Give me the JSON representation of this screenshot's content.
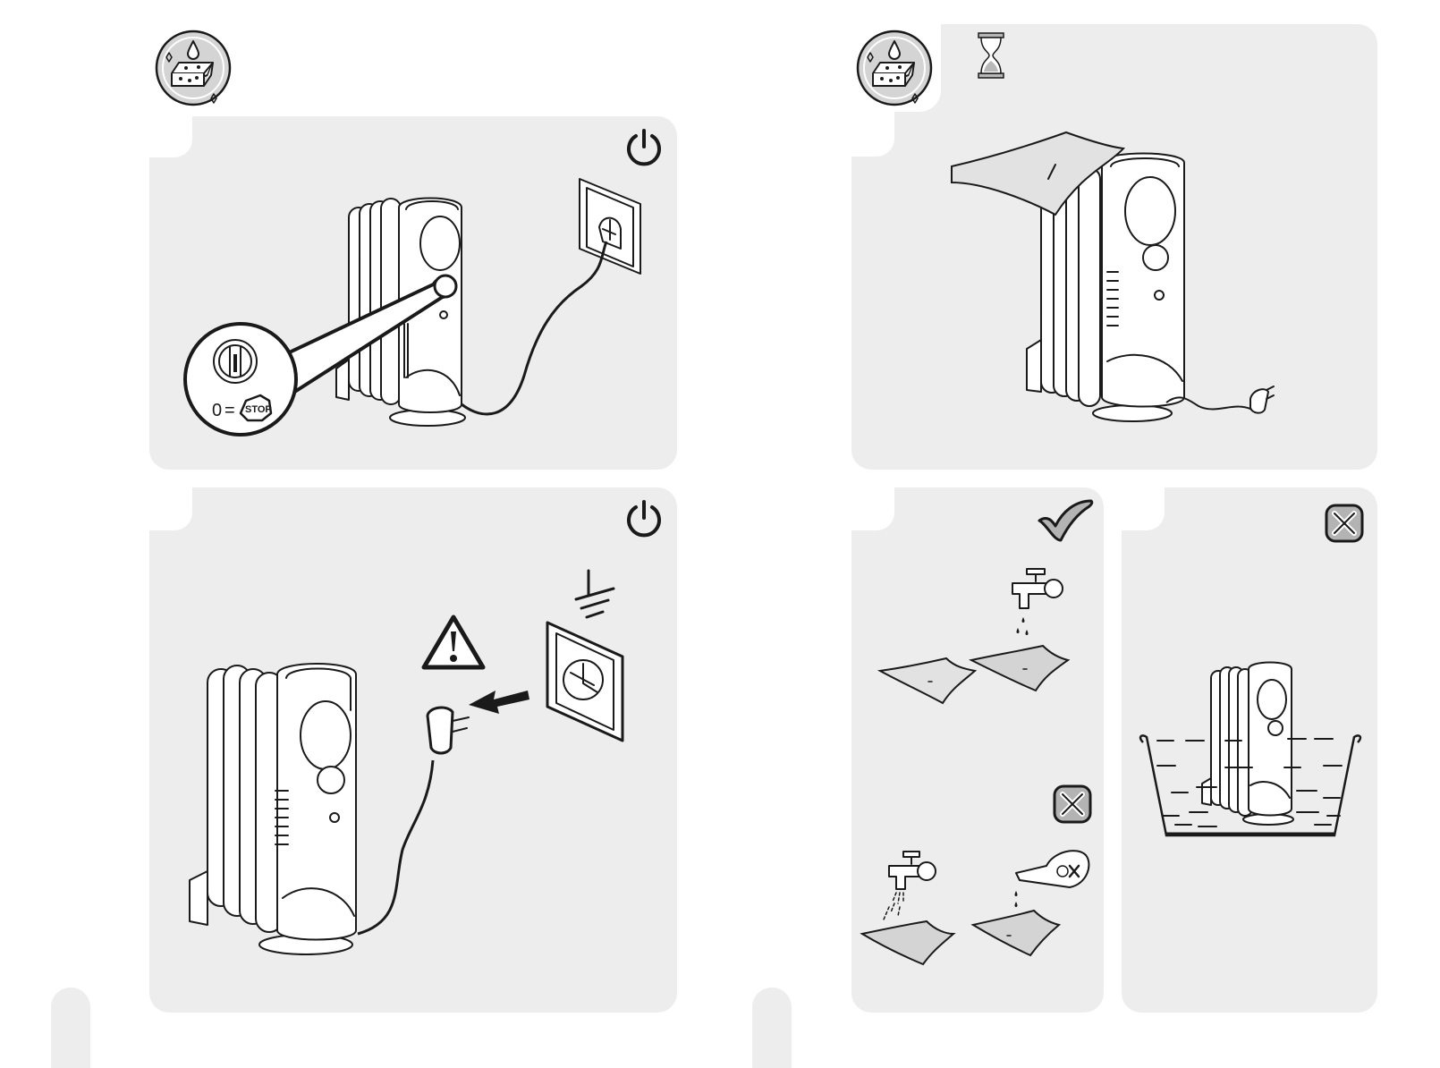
{
  "panel1": {
    "dial_zero": "0",
    "equals": "=",
    "stop": "STOP",
    "icons": [
      "cleaning-sponge-icon",
      "power-icon",
      "heater",
      "wall-socket",
      "dial-magnifier"
    ]
  },
  "panel2": {
    "icons": [
      "power-icon",
      "warning-icon",
      "ground-symbol-icon",
      "plug",
      "wall-socket",
      "unplug-arrow"
    ]
  },
  "panel3": {
    "icons": [
      "cleaning-sponge-icon",
      "hourglass-icon",
      "cloth",
      "heater"
    ]
  },
  "panel4": {
    "icons": [
      "check-icon",
      "cross-icon",
      "tap",
      "damp-cloth",
      "wet-cloth",
      "chemical-bottle"
    ]
  },
  "panel5": {
    "icons": [
      "cross-icon",
      "heater-in-water-tub"
    ]
  },
  "colors": {
    "panel": "#ededed",
    "line": "#1a1a1a",
    "accent": "#cfcfcf"
  }
}
